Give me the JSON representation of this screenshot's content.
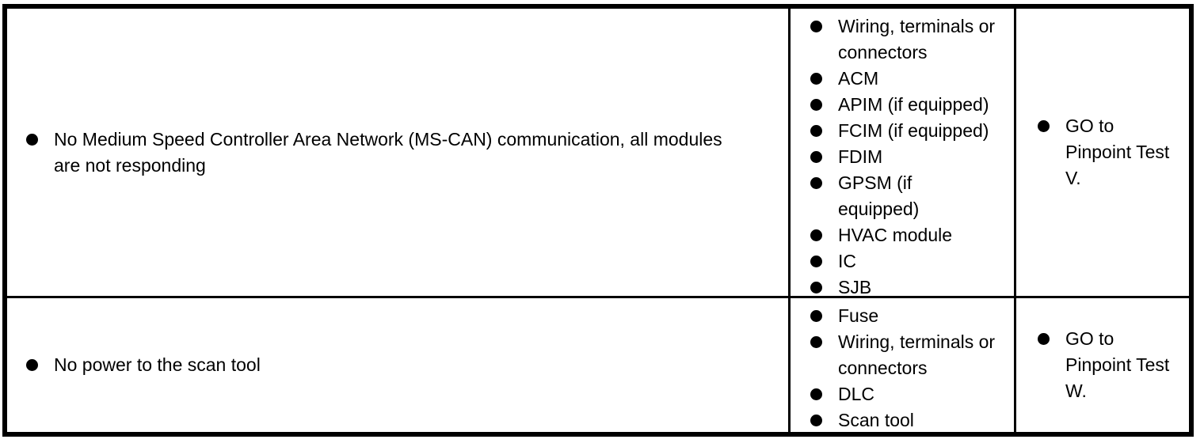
{
  "page": {
    "background_color": "#ffffff",
    "text_color": "#000000",
    "border_color": "#000000"
  },
  "table": {
    "rows": [
      {
        "symptoms": [
          "No Medium Speed Controller Area Network (MS-CAN) communication, all modules\nare not responding"
        ],
        "possible_sources": [
          "Wiring, terminals or\nconnectors",
          "ACM",
          "APIM (if equipped)",
          "FCIM (if equipped)",
          "FDIM",
          "GPSM (if\nequipped)",
          "HVAC module",
          "IC",
          "SJB"
        ],
        "actions": [
          "GO to\nPinpoint Test\nV."
        ]
      },
      {
        "symptoms": [
          "No power to the scan tool"
        ],
        "possible_sources": [
          "Fuse",
          "Wiring, terminals or\nconnectors",
          "DLC",
          "Scan tool"
        ],
        "actions": [
          "GO to\nPinpoint Test\nW."
        ]
      }
    ]
  }
}
